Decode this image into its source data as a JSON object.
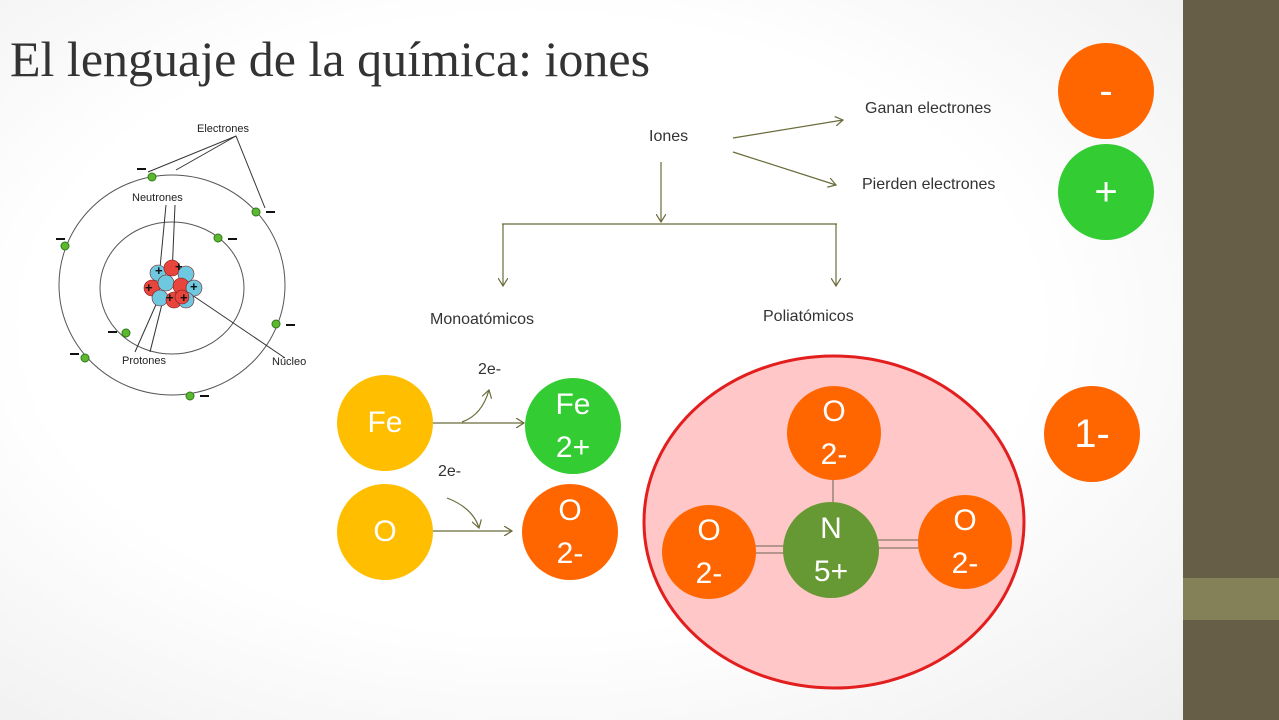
{
  "title": "El lenguaje de la química: iones",
  "atom": {
    "electrons_label": "Electrones",
    "neutrons_label": "Neutrones",
    "protons_label": "Protones",
    "nucleus_label": "Núcleo"
  },
  "tree": {
    "root": "Iones",
    "gain": "Ganan electrones",
    "lose": "Pierden electrones",
    "mono": "Monoatómicos",
    "poly": "Poliatómicos"
  },
  "signs": {
    "minus": "-",
    "plus": "+"
  },
  "mono": {
    "fe": "Fe",
    "fe_ion": [
      "Fe",
      "2+"
    ],
    "fe_transfer": "2e-",
    "o": "O",
    "o_ion": [
      "O",
      "2-"
    ],
    "o_transfer": "2e-"
  },
  "poly": {
    "o_top": [
      "O",
      "2-"
    ],
    "o_left": [
      "O",
      "2-"
    ],
    "o_right": [
      "O",
      "2-"
    ],
    "n_center": [
      "N",
      "5+"
    ],
    "net_charge": "1-"
  },
  "colors": {
    "orange": "#ff6600",
    "green": "#33cc33",
    "yellow": "#ffbf00",
    "dark_green": "#669933",
    "pink_fill": "#ffc7c7",
    "red_border": "#e31e1e",
    "sidebar": "#675e47",
    "sidebar_band": "#848058"
  }
}
